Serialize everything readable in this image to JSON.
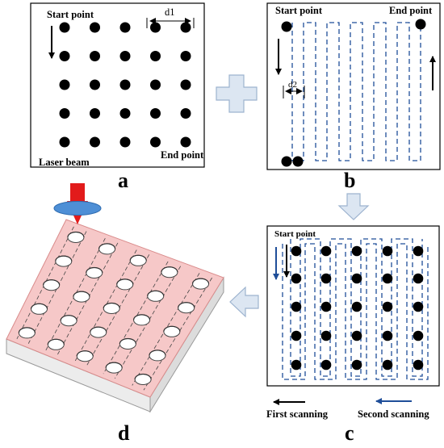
{
  "panels": {
    "a": {
      "letter": "a",
      "start_label": "Start point",
      "end_label": "End  point",
      "spacing_label": "d1",
      "beam_label": "Laser beam",
      "rows": 5,
      "cols": 5
    },
    "b": {
      "letter": "b",
      "start_label": "Start point",
      "end_label": "End  point",
      "spacing_label": "d2"
    },
    "c": {
      "letter": "c",
      "start_label": "Start point",
      "first_scan_label": "First scanning",
      "second_scan_label": "Second scanning",
      "rows": 5,
      "cols": 5
    },
    "d": {
      "letter": "d"
    }
  },
  "colors": {
    "dot": "#000000",
    "path": "#1f4e99",
    "second_arrow": "#1f4e99",
    "plate_top": "#f6c8c8",
    "plate_side": "#ededed",
    "laser": "#e21b1b",
    "lens": "#4e8fd6",
    "flow_arrow": "#dce6f2",
    "flow_arrow_stroke": "#9db3cf"
  }
}
